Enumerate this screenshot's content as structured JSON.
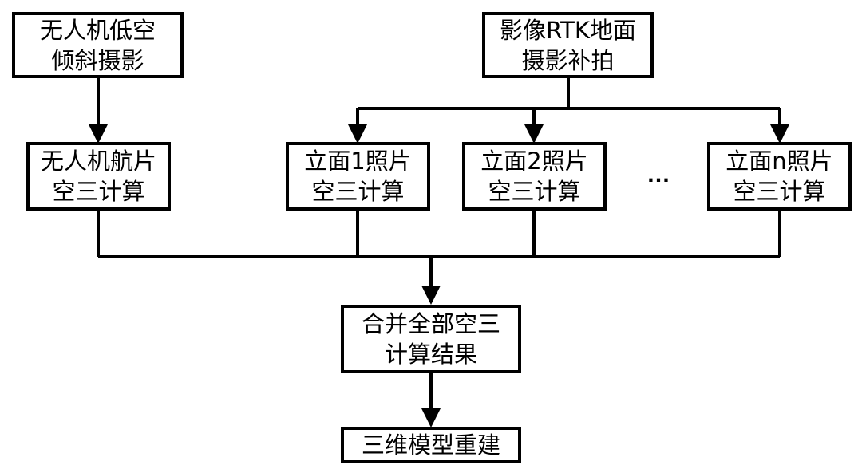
{
  "nodes": {
    "uav_oblique": [
      "无人机低空",
      "倾斜摄影"
    ],
    "rtk_ground": [
      "影像RTK地面",
      "摄影补拍"
    ],
    "uav_aero": [
      "无人机航片",
      "空三计算"
    ],
    "facade_1": [
      "立面1照片",
      "空三计算"
    ],
    "facade_2": [
      "立面2照片",
      "空三计算"
    ],
    "facade_n": [
      "立面n照片",
      "空三计算"
    ],
    "merge": [
      "合并全部空三",
      "计算结果"
    ],
    "rebuild": [
      "三维模型重建"
    ]
  },
  "ellipsis": "…",
  "colors": {
    "stroke": "#000000",
    "background": "#ffffff"
  }
}
